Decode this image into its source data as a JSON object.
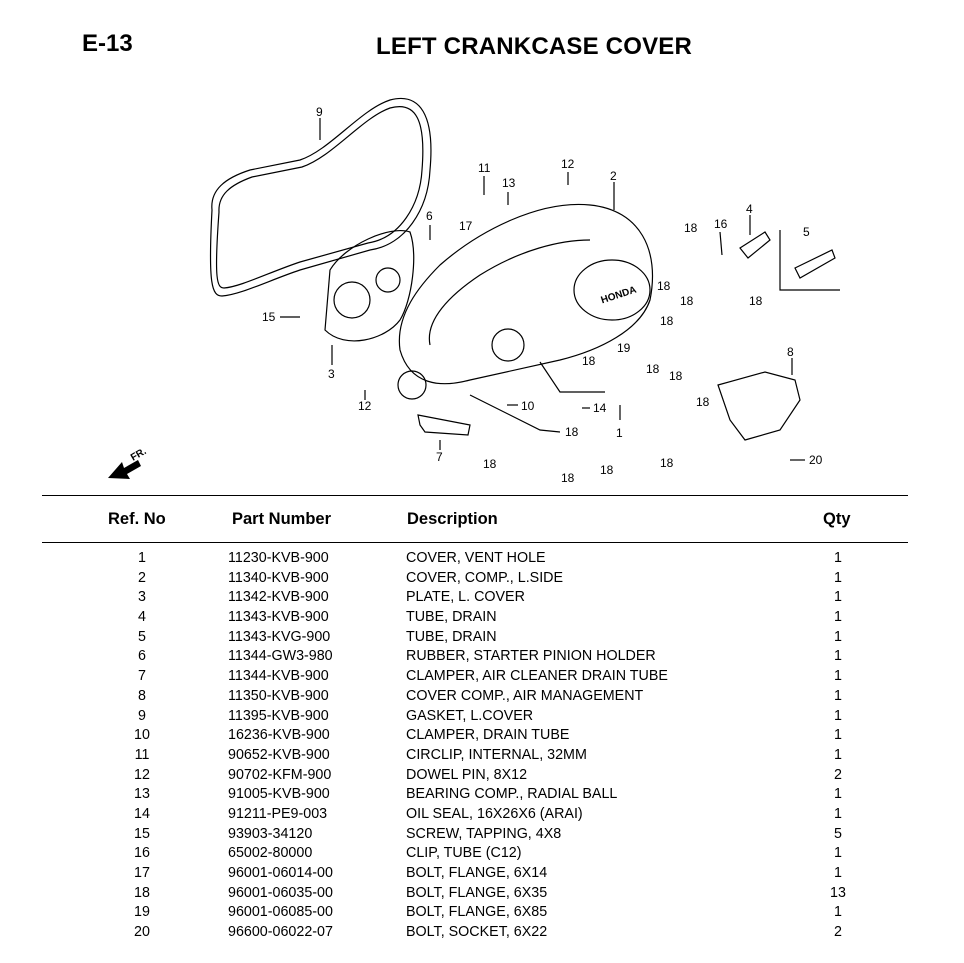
{
  "header": {
    "page_code": "E-13",
    "title": "LEFT CRANKCASE COVER"
  },
  "diagram": {
    "callouts": [
      "9",
      "11",
      "13",
      "12",
      "2",
      "6",
      "17",
      "16",
      "4",
      "5",
      "18",
      "18",
      "18",
      "18",
      "18",
      "15",
      "3",
      "19",
      "18",
      "18",
      "18",
      "8",
      "12",
      "10",
      "14",
      "1",
      "18",
      "7",
      "18",
      "18",
      "18",
      "18",
      "20"
    ],
    "brand_mark": "HONDA",
    "direction_label": "FR.",
    "icons": [
      "front-direction-arrow-icon"
    ]
  },
  "table": {
    "columns": [
      "Ref. No",
      "Part Number",
      "Description",
      "Qty"
    ],
    "rows": [
      {
        "ref": "1",
        "part": "11230-KVB-900",
        "desc": "COVER, VENT HOLE",
        "qty": "1"
      },
      {
        "ref": "2",
        "part": "11340-KVB-900",
        "desc": "COVER, COMP., L.SIDE",
        "qty": "1"
      },
      {
        "ref": "3",
        "part": "11342-KVB-900",
        "desc": "PLATE, L. COVER",
        "qty": "1"
      },
      {
        "ref": "4",
        "part": "11343-KVB-900",
        "desc": "TUBE, DRAIN",
        "qty": "1"
      },
      {
        "ref": "5",
        "part": "11343-KVG-900",
        "desc": "TUBE, DRAIN",
        "qty": "1"
      },
      {
        "ref": "6",
        "part": "11344-GW3-980",
        "desc": "RUBBER, STARTER PINION HOLDER",
        "qty": "1"
      },
      {
        "ref": "7",
        "part": "11344-KVB-900",
        "desc": "CLAMPER, AIR CLEANER DRAIN TUBE",
        "qty": "1"
      },
      {
        "ref": "8",
        "part": "11350-KVB-900",
        "desc": "COVER COMP., AIR MANAGEMENT",
        "qty": "1"
      },
      {
        "ref": "9",
        "part": "11395-KVB-900",
        "desc": "GASKET, L.COVER",
        "qty": "1"
      },
      {
        "ref": "10",
        "part": "16236-KVB-900",
        "desc": "CLAMPER, DRAIN TUBE",
        "qty": "1"
      },
      {
        "ref": "11",
        "part": "90652-KVB-900",
        "desc": "CIRCLIP, INTERNAL, 32MM",
        "qty": "1"
      },
      {
        "ref": "12",
        "part": "90702-KFM-900",
        "desc": "DOWEL PIN, 8X12",
        "qty": "2"
      },
      {
        "ref": "13",
        "part": "91005-KVB-900",
        "desc": "BEARING COMP., RADIAL BALL",
        "qty": "1"
      },
      {
        "ref": "14",
        "part": "91211-PE9-003",
        "desc": "OIL SEAL, 16X26X6 (ARAI)",
        "qty": "1"
      },
      {
        "ref": "15",
        "part": "93903-34120",
        "desc": "SCREW, TAPPING, 4X8",
        "qty": "5"
      },
      {
        "ref": "16",
        "part": "65002-80000",
        "desc": "CLIP, TUBE (C12)",
        "qty": "1"
      },
      {
        "ref": "17",
        "part": "96001-06014-00",
        "desc": "BOLT, FLANGE, 6X14",
        "qty": "1"
      },
      {
        "ref": "18",
        "part": "96001-06035-00",
        "desc": "BOLT, FLANGE, 6X35",
        "qty": "13"
      },
      {
        "ref": "19",
        "part": "96001-06085-00",
        "desc": "BOLT, FLANGE, 6X85",
        "qty": "1"
      },
      {
        "ref": "20",
        "part": "96600-06022-07",
        "desc": "BOLT, SOCKET, 6X22",
        "qty": "2"
      }
    ]
  }
}
